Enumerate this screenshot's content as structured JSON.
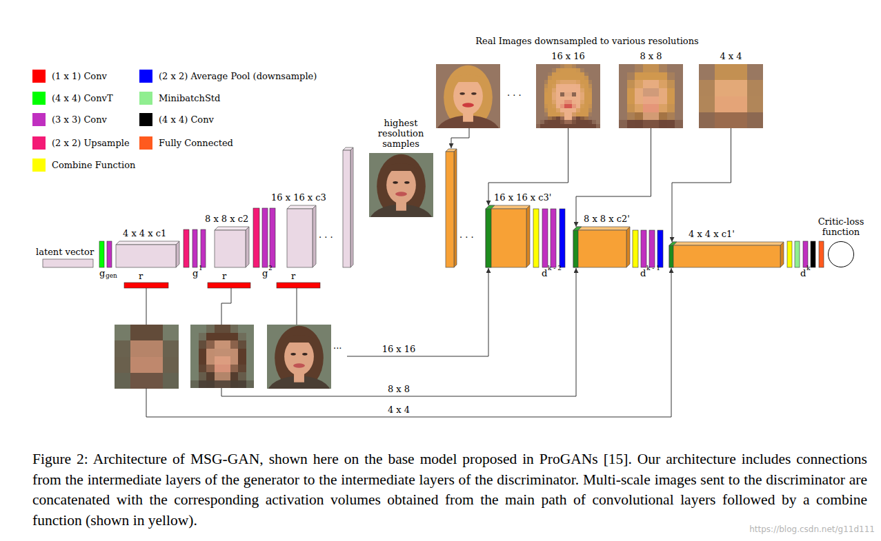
{
  "diagram": {
    "caption": "Figure 2: Architecture of MSG-GAN, shown here on the base model proposed in ProGANs [15]. Our architecture includes connections from the intermediate layers of the generator to the intermediate layers of the discriminator. Multi-scale images sent to the discriminator are concatenated with the corresponding activation volumes obtained from the main path of convolutional layers followed by a combine function (shown in yellow).",
    "nodes": [
      {
        "text": [
          "4 x 4 x c1"
        ]
      },
      {
        "text": [
          "8 x 8 x c2"
        ]
      },
      {
        "text": [
          "16 x 16 x c3"
        ]
      },
      {
        "text": [
          "16 x 16"
        ]
      },
      {
        "text": [
          "8 x 8"
        ]
      },
      {
        "text": [
          "4 x 4"
        ]
      },
      {
        "text": [
          "16 x 16 x c3'"
        ]
      },
      {
        "text": [
          "8 x 8 x c2'"
        ]
      },
      {
        "text": [
          "4 x 4 x c1'"
        ]
      },
      {
        "text": [
          "Critic-loss function"
        ]
      }
    ],
    "edges": [
      {
        "from": 3,
        "to": 6,
        "arrow": "to"
      },
      {
        "from": 4,
        "to": 7,
        "arrow": "to"
      },
      {
        "from": 5,
        "to": 8,
        "arrow": "to"
      }
    ],
    "labels": [
      "Real Images downsampled to various resolutions",
      "highest resolution samples",
      "latent vector",
      "g",
      "gen",
      "g",
      "1",
      "g",
      "2",
      "r",
      "r",
      "r",
      "· · ·",
      "· · ·",
      "· · ·",
      "...",
      "16 x 16",
      "8 x 8",
      "4 x 4",
      "d",
      "k - 2",
      "d",
      "k - 1",
      "d",
      "k",
      "https://blog.csdn.net/g11d111"
    ],
    "legend": [
      {
        "text": "(1 x 1) Conv",
        "color": "#ff0000"
      },
      {
        "text": "(2 x 2) Average Pool (downsample)",
        "color": "#0000ff"
      },
      {
        "text": "(4 x 4) ConvT",
        "color": "#00ff00"
      },
      {
        "text": "MinibatchStd",
        "color": "#90ee90"
      },
      {
        "text": "(3 x 3) Conv",
        "color": "#c030c0"
      },
      {
        "text": "(4 x 4) Conv",
        "color": "#000000"
      },
      {
        "text": "(2 x 2) Upsample",
        "color": "#f41a76"
      },
      {
        "text": "Fully Connected",
        "color": "#ff5a1e"
      },
      {
        "text": "Combine Function",
        "color": "#ffff00"
      }
    ]
  }
}
